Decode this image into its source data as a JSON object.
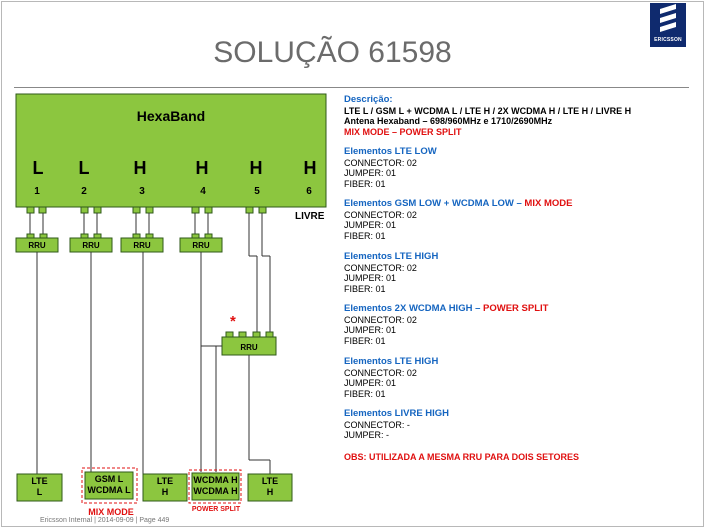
{
  "header": {
    "title": "SOLUÇÃO 61598",
    "logo_text": "ERICSSON"
  },
  "antenna": {
    "name": "HexaBand",
    "bands": [
      "L",
      "L",
      "H",
      "H",
      "H",
      "H"
    ],
    "ports": [
      "1",
      "2",
      "3",
      "4",
      "5",
      "6"
    ],
    "livre_label": "LIVRE"
  },
  "rru_label": "RRU",
  "bottom_units": [
    {
      "line1": "LTE",
      "line2": "L"
    },
    {
      "line1": "GSM L",
      "line2": "WCDMA L"
    },
    {
      "line1": "LTE",
      "line2": "H"
    },
    {
      "line1": "WCDMA H",
      "line2": "WCDMA H"
    },
    {
      "line1": "LTE",
      "line2": "H"
    }
  ],
  "tags": {
    "mix_mode": "MIX MODE",
    "power_split": "POWER SPLIT",
    "asterisk": "*"
  },
  "description": {
    "heading": "Descrição:",
    "line1": "LTE L / GSM L + WCDMA L / LTE H / 2X WCDMA H / LTE H / LIVRE H",
    "line2": "Antena Hexaband – 698/960MHz  e  1710/2690MHz",
    "line3": "MIX MODE – POWER SPLIT"
  },
  "sections": {
    "s1": {
      "head": "Elementos LTE LOW",
      "connector": "CONNECTOR: 02",
      "jumper": "JUMPER: 01",
      "fiber": "FIBER: 01"
    },
    "s2": {
      "head": "Elementos GSM LOW + WCDMA LOW –",
      "head_red": "MIX MODE",
      "connector": "CONNECTOR: 02",
      "jumper": "JUMPER: 01",
      "fiber": "FIBER: 01"
    },
    "s3": {
      "head": "Elementos LTE HIGH",
      "connector": "CONNECTOR: 02",
      "jumper": "JUMPER: 01",
      "fiber": "FIBER: 01"
    },
    "s4": {
      "head": "Elementos 2X WCDMA HIGH –",
      "head_red": "POWER SPLIT",
      "connector": "CONNECTOR: 02",
      "jumper": "JUMPER: 01",
      "fiber": "FIBER: 01"
    },
    "s5": {
      "head": "Elementos LTE HIGH",
      "connector": "CONNECTOR: 02",
      "jumper": "JUMPER: 01",
      "fiber": "FIBER: 01"
    },
    "s6": {
      "head": "Elementos LIVRE HIGH",
      "connector": "CONNECTOR: -",
      "jumper": "JUMPER: -"
    }
  },
  "obs": "OBS: UTILIZADA A MESMA RRU PARA DOIS SETORES",
  "footer": "Ericsson Internal  |  2014-09-09  |  Page 449",
  "colors": {
    "green": "#8cc63f",
    "red": "#e01010",
    "blue": "#1565c0"
  }
}
